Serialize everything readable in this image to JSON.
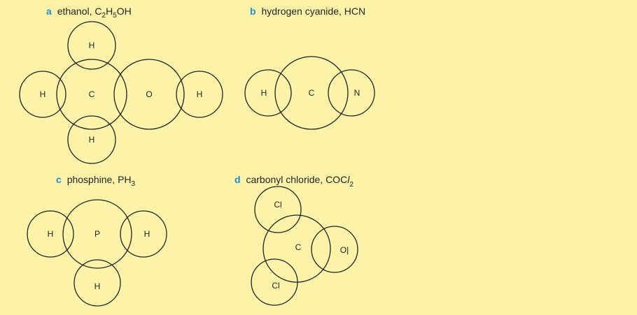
{
  "colors": {
    "background": "#fdf3a8",
    "letter_accent": "#1d8fd0",
    "ink": "#222222"
  },
  "panels": [
    {
      "letter": "a",
      "caption": {
        "prefix": "ethanol, C",
        "sub1": "2",
        "mid1": "H",
        "sub2": "5",
        "suffix": "OH"
      },
      "atoms": [
        "H",
        "H",
        "C",
        "O",
        "H",
        "H"
      ]
    },
    {
      "letter": "b",
      "caption": {
        "text": "hydrogen cyanide, HCN"
      },
      "atoms": [
        "H",
        "C",
        "N"
      ]
    },
    {
      "letter": "c",
      "caption": {
        "prefix": "phosphine, PH",
        "sub1": "3"
      },
      "atoms": [
        "H",
        "P",
        "H",
        "H"
      ]
    },
    {
      "letter": "d",
      "caption": {
        "prefix": "carbonyl chloride, COC",
        "italic": "l",
        "sub1": "2"
      },
      "atoms": [
        "Cl",
        "C",
        "O|",
        "Cl"
      ]
    }
  ]
}
